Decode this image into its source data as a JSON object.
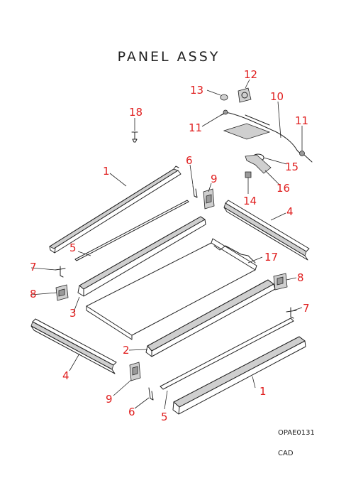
{
  "title": "PANEL ASSY",
  "drawing_code": "OPAE0131",
  "cad_label": "CAD",
  "callouts": {
    "c1a": "1",
    "c1b": "1",
    "c2": "2",
    "c3": "3",
    "c4a": "4",
    "c4b": "4",
    "c5a": "5",
    "c5b": "5",
    "c6a": "6",
    "c6b": "6",
    "c7a": "7",
    "c7b": "7",
    "c8a": "8",
    "c8b": "8",
    "c9a": "9",
    "c9b": "9",
    "c10": "10",
    "c11a": "11",
    "c11b": "11",
    "c12": "12",
    "c13": "13",
    "c14": "14",
    "c15": "15",
    "c16": "16",
    "c17": "17",
    "c18": "18"
  },
  "colors": {
    "callout": "#e01e1e",
    "line": "#222222"
  }
}
